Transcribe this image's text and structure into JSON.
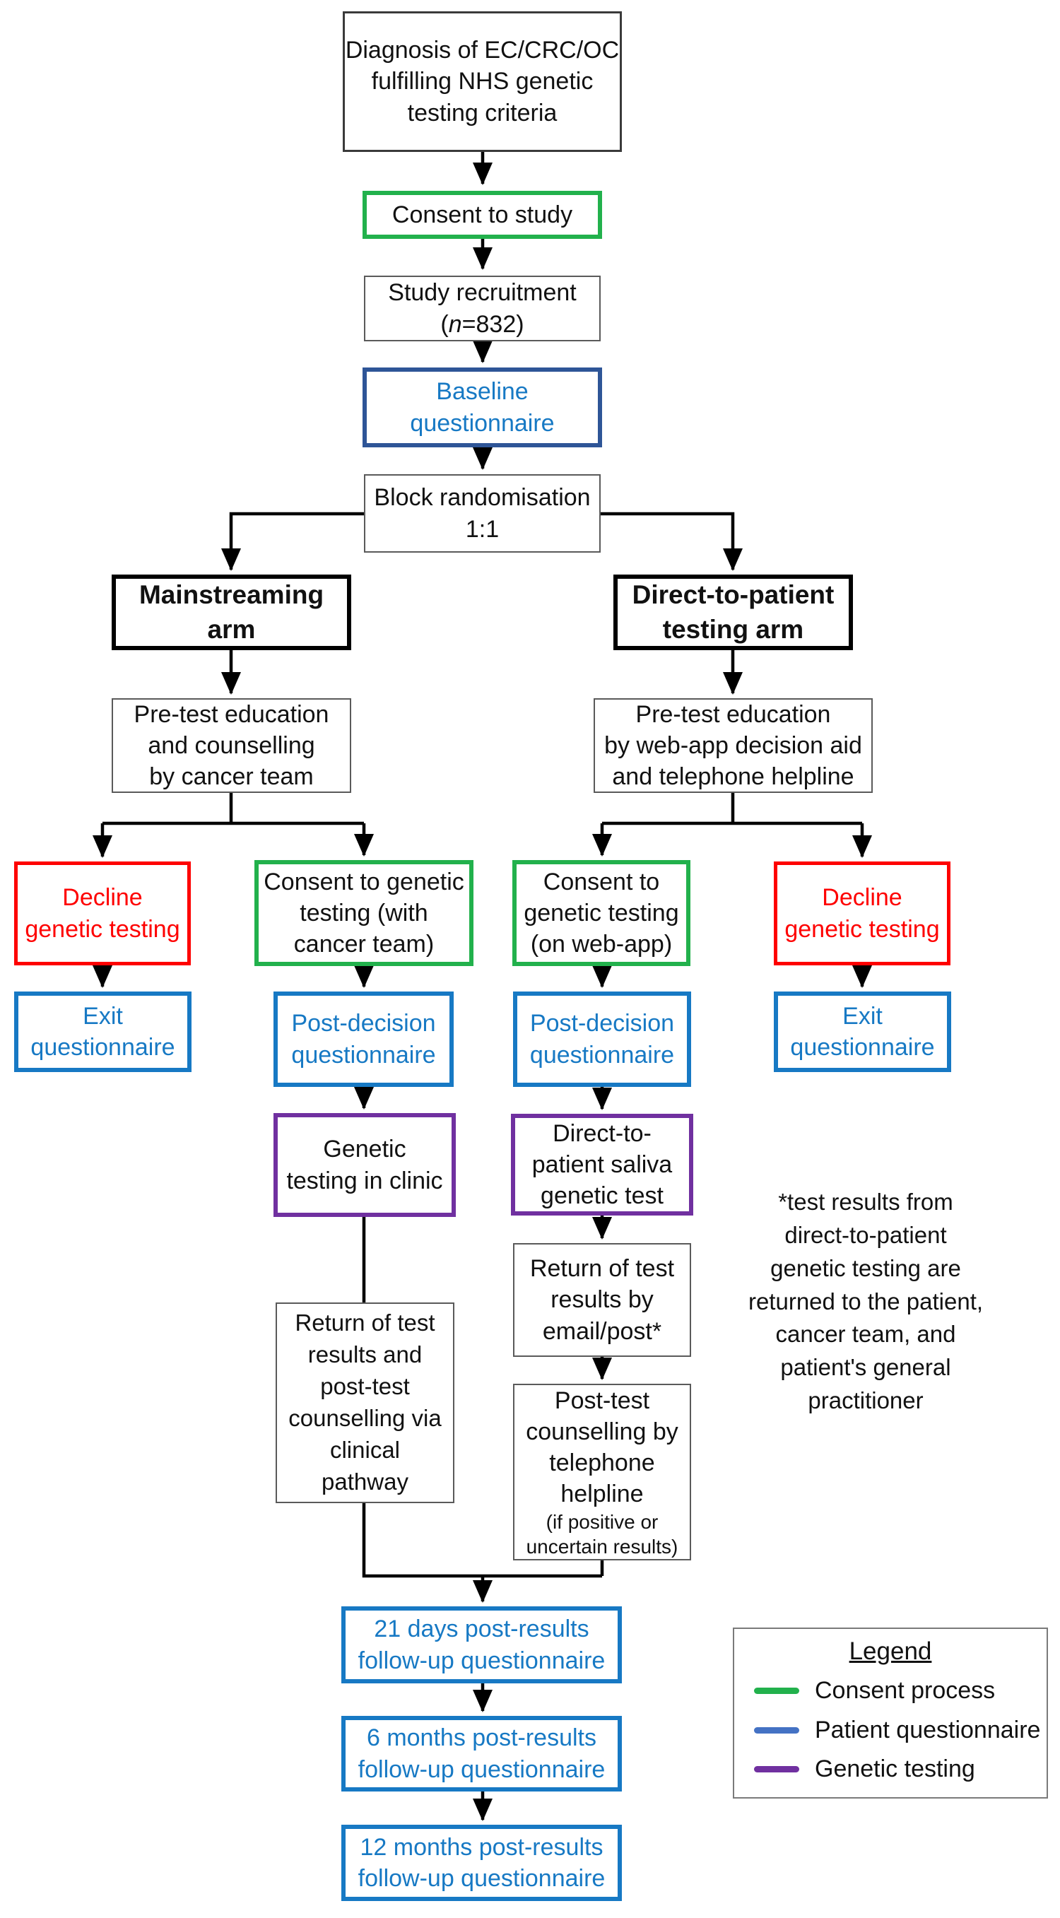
{
  "boxes": {
    "diagnosis": {
      "text": "Diagnosis of EC/CRC/OC\nfulfilling NHS genetic\ntesting criteria"
    },
    "consent_study": {
      "text": "Consent to study"
    },
    "recruitment": {
      "line1": "Study recruitment",
      "open": "(",
      "n": "n",
      "rest": "=832)"
    },
    "baseline": {
      "text": "Baseline\nquestionnaire"
    },
    "randomisation": {
      "text": "Block randomisation\n1:1"
    },
    "mainstreaming_arm": {
      "text": "Mainstreaming\narm"
    },
    "dtp_arm": {
      "text": "Direct-to-patient\ntesting arm"
    },
    "pretest_mainstreaming": {
      "text": "Pre-test education\nand counselling\nby cancer team"
    },
    "pretest_dtp": {
      "text": "Pre-test education\nby web-app decision aid\nand telephone helpline"
    },
    "decline_left": {
      "text": "Decline\ngenetic testing"
    },
    "consent_clinic": {
      "text": "Consent to genetic\ntesting (with\ncancer team)"
    },
    "consent_webapp": {
      "text": "Consent to\ngenetic testing\n(on web-app)"
    },
    "decline_right": {
      "text": "Decline\ngenetic testing"
    },
    "exit_left": {
      "text": "Exit\nquestionnaire"
    },
    "postdecision_left": {
      "text": "Post-decision\nquestionnaire"
    },
    "postdecision_right": {
      "text": "Post-decision\nquestionnaire"
    },
    "exit_right": {
      "text": "Exit\nquestionnaire"
    },
    "clinic_testing": {
      "text": "Genetic\ntesting in clinic"
    },
    "saliva_testing": {
      "text": "Direct-to-\npatient saliva\ngenetic test"
    },
    "return_email": {
      "text": "Return of test\nresults by\nemail/post*"
    },
    "return_clinical": {
      "text": "Return of test\nresults and\npost-test\ncounselling via\nclinical\npathway"
    },
    "posttest_helpline": {
      "text": "Post-test\ncounselling by\ntelephone\nhelpline",
      "subtext": "(if positive or\nuncertain results)"
    },
    "followup_21d": {
      "text": "21 days post-results\nfollow-up questionnaire"
    },
    "followup_6m": {
      "text": "6 months post-results\nfollow-up questionnaire"
    },
    "followup_12m": {
      "text": "12 months post-results\nfollow-up questionnaire"
    }
  },
  "footnote": {
    "text": "*test results from\ndirect-to-patient\ngenetic testing are\nreturned to the patient,\ncancer team, and\npatient's general\npractitioner"
  },
  "legend": {
    "title": "Legend",
    "items": [
      {
        "label": "Consent process",
        "color": "#22B14C"
      },
      {
        "label": "Patient questionnaire",
        "color": "#4472C4"
      },
      {
        "label": "Genetic testing",
        "color": "#7030A0"
      }
    ]
  },
  "colors": {
    "consent_border": "#22B14C",
    "questionnaire_border": "#1779C4",
    "questionnaire_text": "#1779C4",
    "baseline_border": "#2E5597",
    "decline_border": "#FE0000",
    "decline_text": "#FE0000",
    "genetic_testing_border": "#7030A0",
    "arm_border": "#000000",
    "connector": "#000000"
  }
}
